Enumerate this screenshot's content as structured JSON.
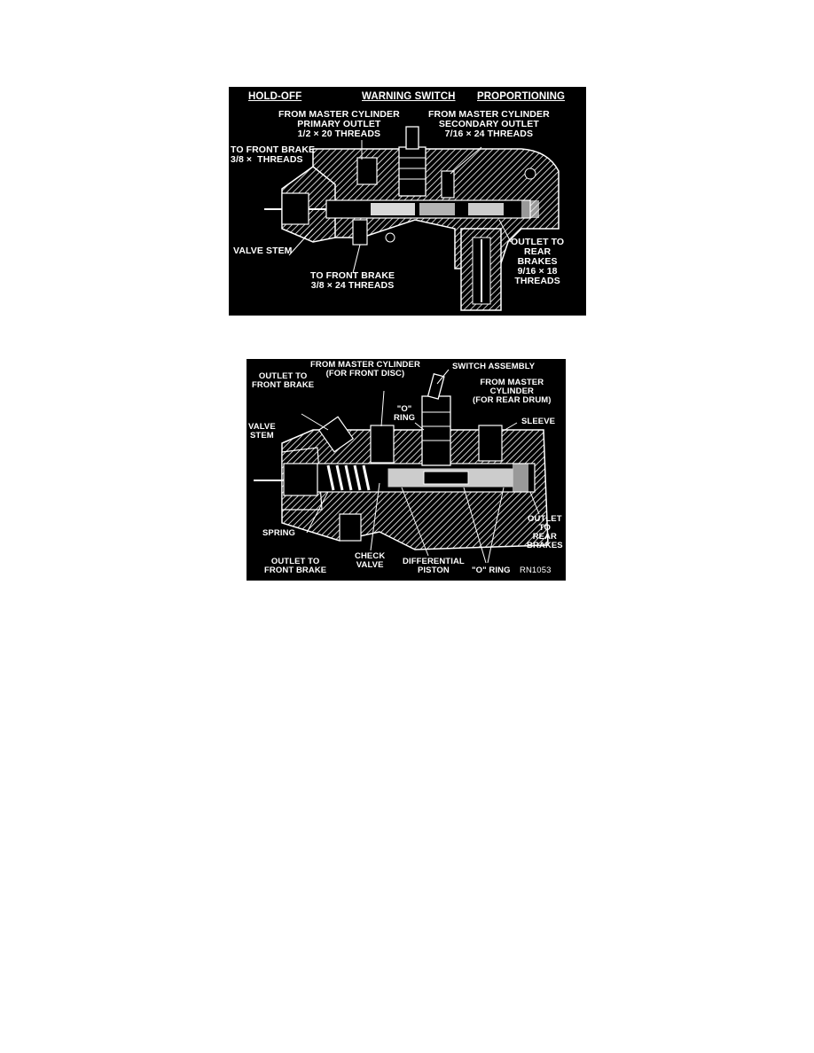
{
  "figure1": {
    "headers": {
      "hold_off": "HOLD-OFF",
      "warning_switch": "WARNING SWITCH",
      "proportioning": "PROPORTIONING"
    },
    "labels": {
      "from_master_primary": "FROM MASTER CYLINDER\nPRIMARY OUTLET\n1/2 × 20 THREADS",
      "from_master_secondary": "FROM MASTER CYLINDER\nSECONDARY OUTLET\n7/16 × 24 THREADS",
      "to_front_brake_top": "TO FRONT BRAKE\n3/8 ×  THREADS",
      "valve_stem": "VALVE STEM",
      "to_front_brake_bottom": "TO FRONT BRAKE\n3/8 × 24 THREADS",
      "outlet_rear": "OUTLET TO\nREAR\nBRAKES\n9/16 × 18\nTHREADS"
    }
  },
  "figure2": {
    "labels": {
      "from_master_front": "FROM MASTER CYLINDER\n(FOR FRONT DISC)",
      "switch_assembly": "SWITCH ASSEMBLY",
      "outlet_front_top": "OUTLET TO\nFRONT BRAKE",
      "o_ring_top": "\"O\"\nRING",
      "from_master_rear": "FROM MASTER\nCYLINDER\n(FOR REAR DRUM)",
      "sleeve": "SLEEVE",
      "valve_stem": "VALVE\nSTEM",
      "spring": "SPRING",
      "outlet_front_bottom": "OUTLET TO\nFRONT BRAKE",
      "check_valve": "CHECK\nVALVE",
      "differential_piston": "DIFFERENTIAL\nPISTON",
      "o_ring_bottom": "\"O\" RING",
      "code": "RN1053",
      "outlet_rear": "OUTLET\nTO\nREAR\nBRAKES"
    }
  }
}
